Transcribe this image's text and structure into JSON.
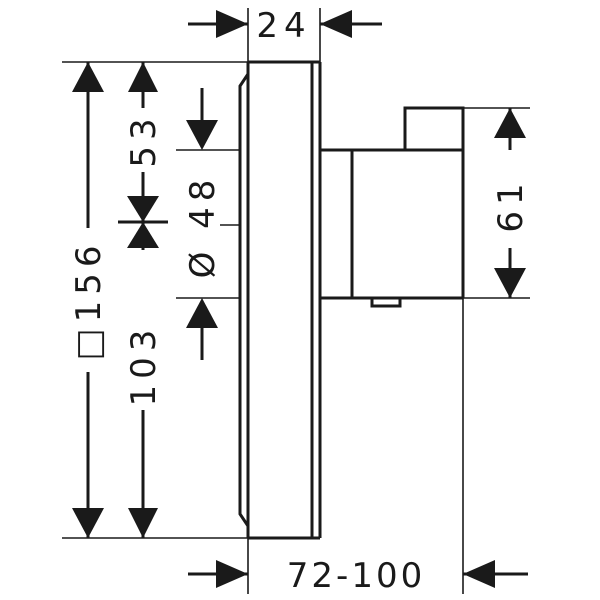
{
  "dimensions": {
    "top_width": "24",
    "plate_size": "□156",
    "upper_height": "53",
    "lower_height": "103",
    "diameter": "Ø 48",
    "knob_height": "61",
    "depth_range": "72-100"
  }
}
